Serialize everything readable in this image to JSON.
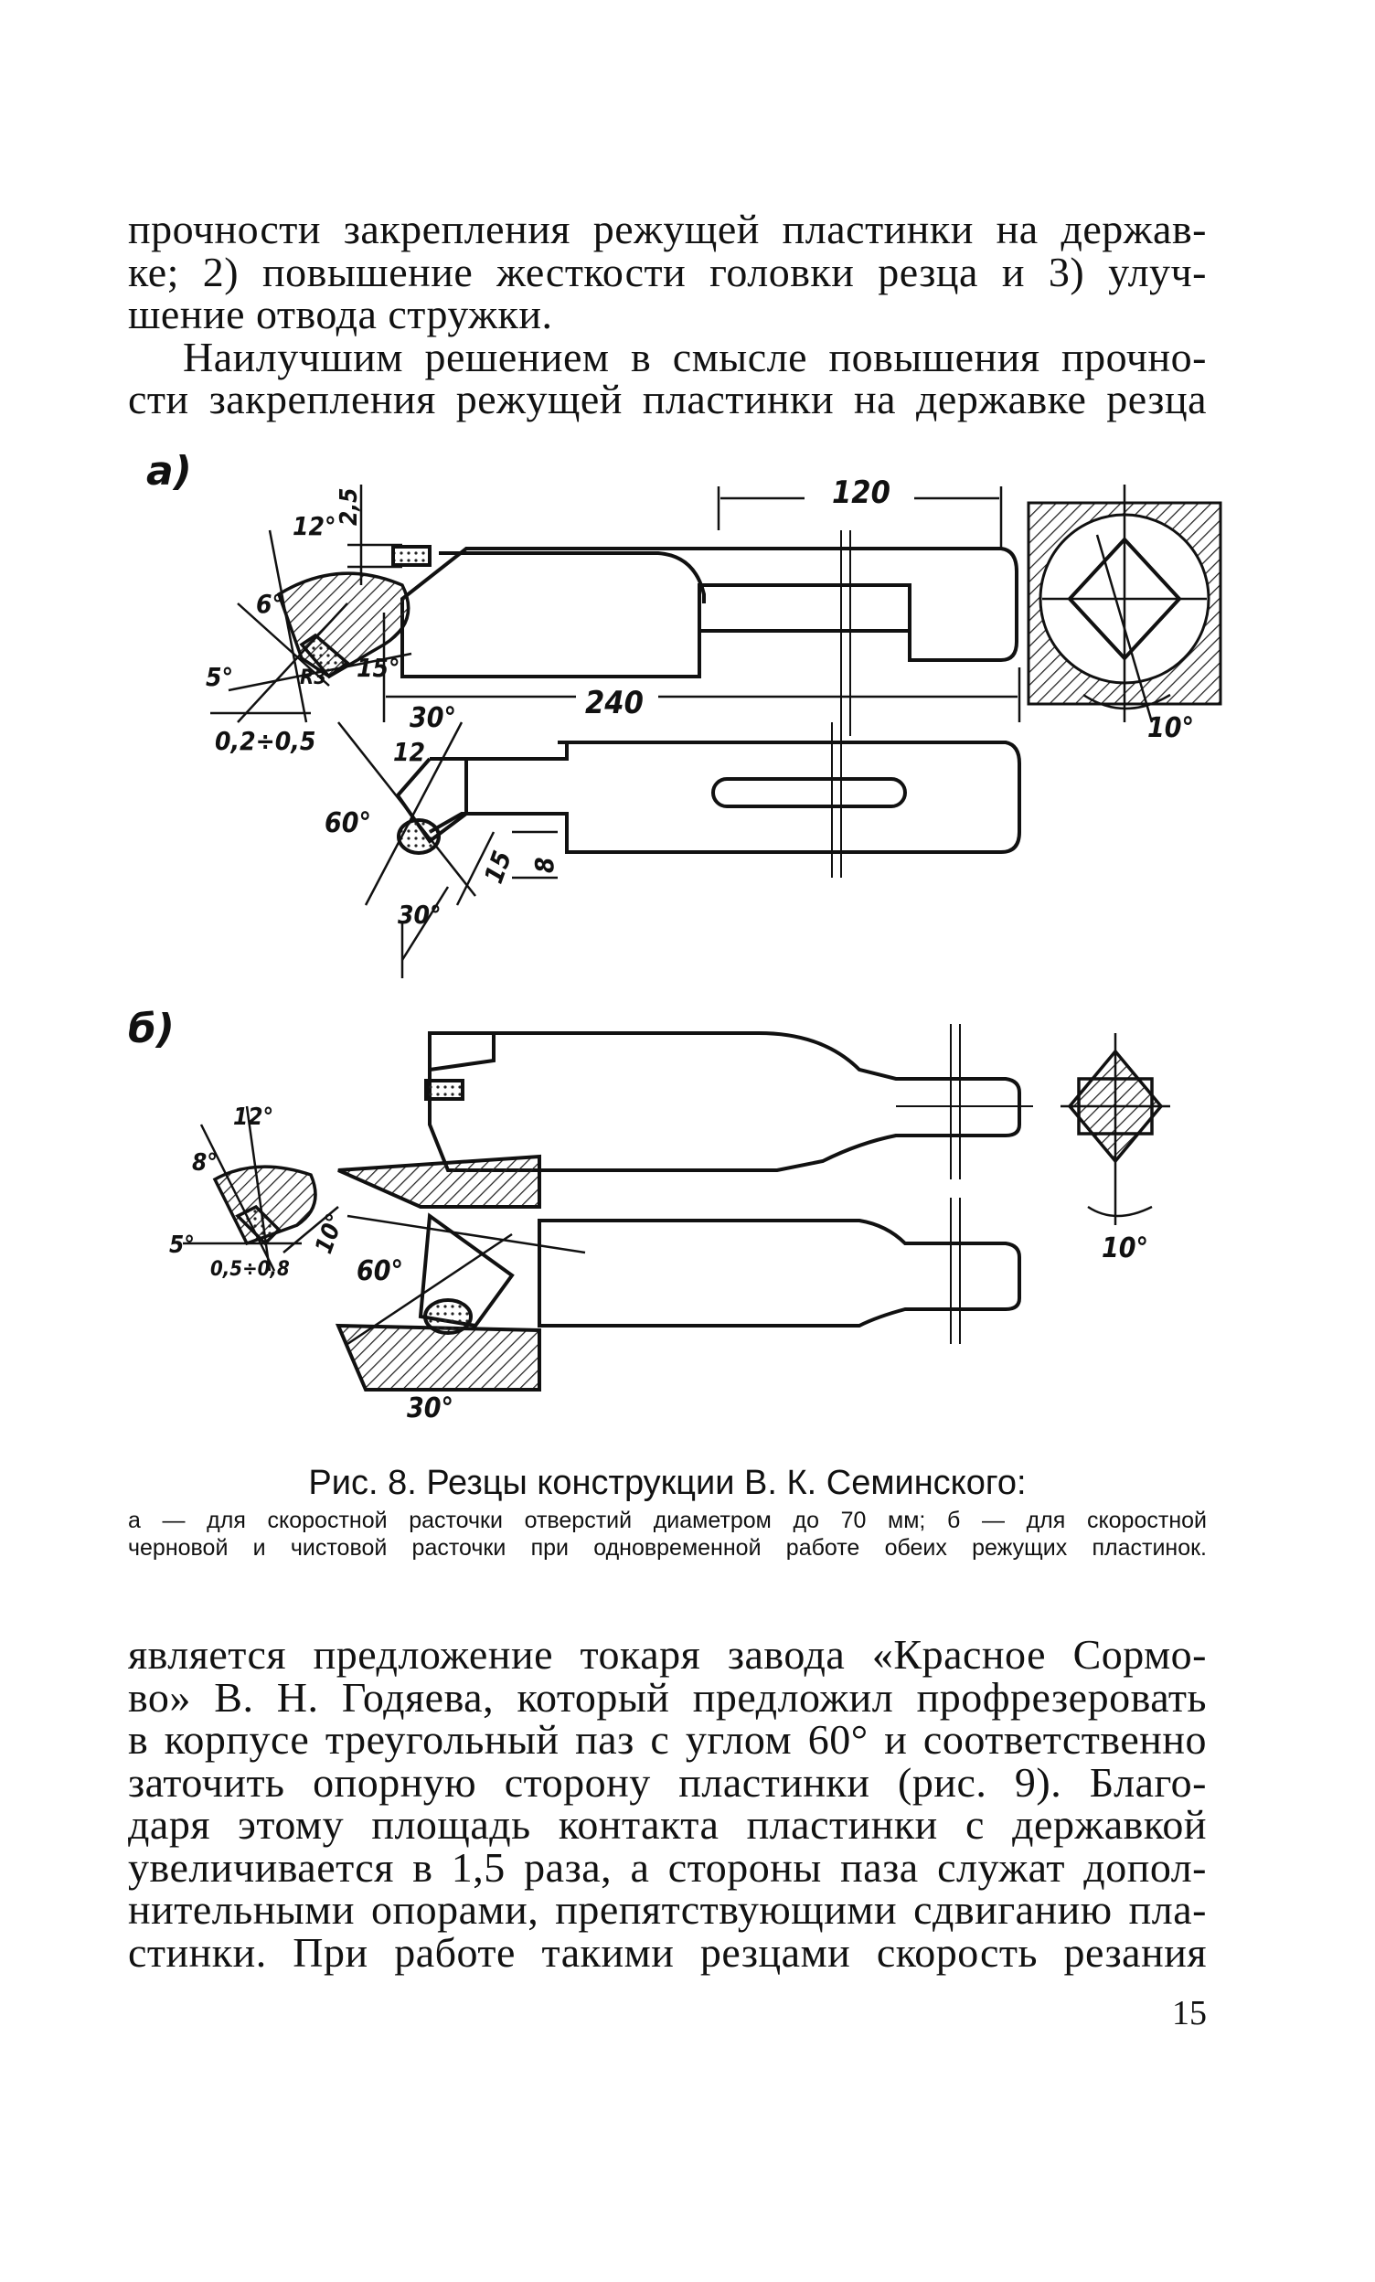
{
  "top_text": {
    "lines": [
      "прочности закрепления режущей пластинки на держав-",
      "ке; 2) повышение жесткости головки резца и 3) улуч-",
      "шение отвода стружки.",
      "Наилучшим решением в смысле повышения прочно-",
      "сти закрепления режущей пластинки на державке резца"
    ]
  },
  "figure": {
    "label_a": "а)",
    "label_b": "б)",
    "dims_a": [
      "2,5",
      "120",
      "240",
      "12°",
      "6°",
      "5°",
      "R3",
      "15°",
      "0,2÷0,5",
      "12",
      "60°",
      "30°",
      "15",
      "8",
      "30°",
      "10°"
    ],
    "dims_b": [
      "12°",
      "8°",
      "5°",
      "0,5÷0,8",
      "10°",
      "60°",
      "30°",
      "10°"
    ]
  },
  "caption": {
    "title": "Рис. 8. Резцы конструкции В. К. Семинского:",
    "lines": [
      "а — для скоростной расточки отверстий диаметром до 70 мм; б — для скоростной",
      "черновой и чистовой расточки при одновременной работе обеих режущих пластинок."
    ]
  },
  "bottom_text": {
    "lines": [
      "является предложение токаря завода «Красное Сормо-",
      "во» В. Н. Годяева, который предложил профрезеровать",
      "в корпусе треугольный паз с углом 60° и соответственно",
      "заточить опорную сторону пластинки (рис. 9). Благо-",
      "даря этому площадь контакта пластинки с державкой",
      "увеличивается в 1,5 раза, а стороны паза служат допол-",
      "нительными опорами, препятствующими сдвиганию пла-",
      "стинки. При работе такими резцами скорость резания"
    ]
  },
  "page_number": "15"
}
